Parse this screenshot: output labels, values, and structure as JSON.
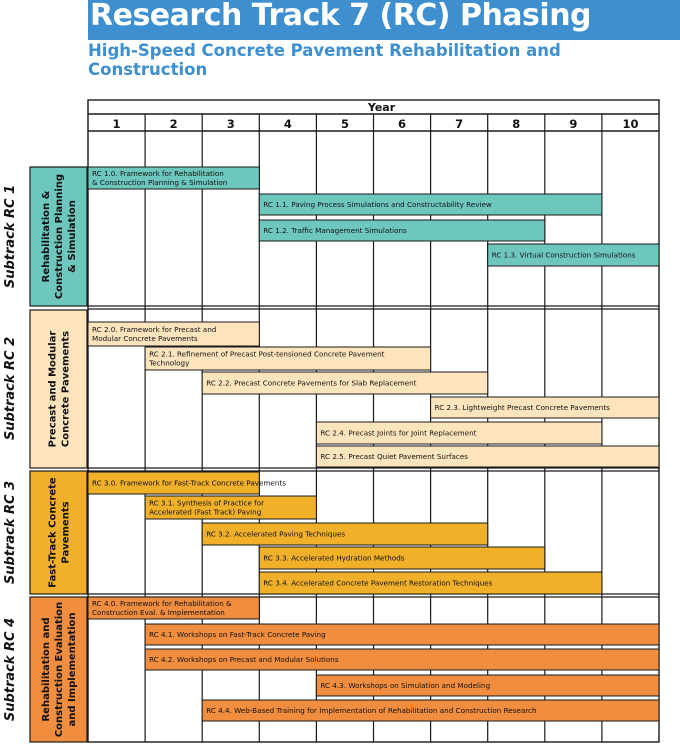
{
  "title": "Research Track 7 (RC) Phasing",
  "subtitle": "High-Speed Concrete Pavement Rehabilitation and Construction",
  "colors": {
    "title_bg": "#3d8fd0",
    "subtitle": "#3d8fd0",
    "rc1_fill": "#6ec7bd",
    "rc2_fill": "#fde4bd",
    "rc3_fill": "#f0b02a",
    "rc4_fill": "#f18d3f",
    "grid": "#1a1a1a"
  },
  "chart_data": {
    "type": "gantt",
    "axis_label": "Year",
    "years": [
      "1",
      "2",
      "3",
      "4",
      "5",
      "6",
      "7",
      "8",
      "9",
      "10"
    ],
    "subtracks": [
      {
        "label": "Subtrack RC 1",
        "name_lines": [
          "Rehabilitation &",
          "Construction Planning",
          "& Simulation"
        ],
        "color_key": "rc1_fill",
        "tasks": [
          {
            "label_lines": [
              "RC 1.0.  Framework for Rehabilitation",
              "& Construction Planning & Simulation"
            ],
            "start": 1,
            "end": 3
          },
          {
            "label_lines": [
              "RC 1.1.  Paving Process Simulations and Constructability Review"
            ],
            "start": 4,
            "end": 9
          },
          {
            "label_lines": [
              "RC 1.2.  Traffic Management Simulations"
            ],
            "start": 4,
            "end": 8
          },
          {
            "label_lines": [
              "RC 1.3.  Virtual Construction Simulations"
            ],
            "start": 8,
            "end": 10
          }
        ]
      },
      {
        "label": "Subtrack RC 2",
        "name_lines": [
          "Precast and Modular",
          "Concrete Pavements"
        ],
        "color_key": "rc2_fill",
        "tasks": [
          {
            "label_lines": [
              "RC 2.0.  Framework for Precast and",
              "Modular Concrete Pavements"
            ],
            "start": 1,
            "end": 3
          },
          {
            "label_lines": [
              "RC 2.1.  Refinement of Precast Post-tensioned Concrete Pavement",
              "Technology"
            ],
            "start": 2,
            "end": 6
          },
          {
            "label_lines": [
              "RC 2.2.  Precast Concrete Pavements for Slab Replacement"
            ],
            "start": 3,
            "end": 7
          },
          {
            "label_lines": [
              "RC 2.3.  Lightweight Precast Concrete Pavements"
            ],
            "start": 7,
            "end": 10
          },
          {
            "label_lines": [
              "RC 2.4.  Precast Joints for Joint Replacement"
            ],
            "start": 5,
            "end": 9
          },
          {
            "label_lines": [
              "RC 2.5.  Precast Quiet Pavement Surfaces"
            ],
            "start": 5,
            "end": 10
          }
        ]
      },
      {
        "label": "Subtrack RC 3",
        "name_lines": [
          "Fast-Track Concrete",
          "Pavements"
        ],
        "color_key": "rc3_fill",
        "tasks": [
          {
            "label_lines": [
              "RC 3.0.  Framework for Fast-Track Concrete Pavements"
            ],
            "start": 1,
            "end": 3
          },
          {
            "label_lines": [
              "RC 3.1.  Synthesis of Practice for",
              "Accelerated (Fast Track) Paving"
            ],
            "start": 2,
            "end": 4
          },
          {
            "label_lines": [
              "RC 3.2.  Accelerated Paving Techniques"
            ],
            "start": 3,
            "end": 7
          },
          {
            "label_lines": [
              "RC 3.3.  Accelerated Hydration Methods"
            ],
            "start": 4,
            "end": 8
          },
          {
            "label_lines": [
              "RC 3.4.  Accelerated Concrete Pavement Restoration Techniques"
            ],
            "start": 4,
            "end": 9
          }
        ]
      },
      {
        "label": "Subtrack RC 4",
        "name_lines": [
          "Rehabilitation and",
          "Construction Evaluation",
          "and Implementation"
        ],
        "color_key": "rc4_fill",
        "tasks": [
          {
            "label_lines": [
              "RC 4.0.  Framework for Rehabilitation &",
              "Construction Eval. & Implementation"
            ],
            "start": 1,
            "end": 3
          },
          {
            "label_lines": [
              "RC 4.1.  Workshops on Fast-Track Concrete Paving"
            ],
            "start": 2,
            "end": 10
          },
          {
            "label_lines": [
              "RC 4.2.  Workshops on Precast and Modular Solutions"
            ],
            "start": 2,
            "end": 10
          },
          {
            "label_lines": [
              "RC 4.3.  Workshops on Simulation and Modeling"
            ],
            "start": 5,
            "end": 10
          },
          {
            "label_lines": [
              "RC 4.4.  Web-Based Training for Implementation of Rehabilitation and Construction Research"
            ],
            "start": 3,
            "end": 10
          }
        ]
      }
    ]
  }
}
